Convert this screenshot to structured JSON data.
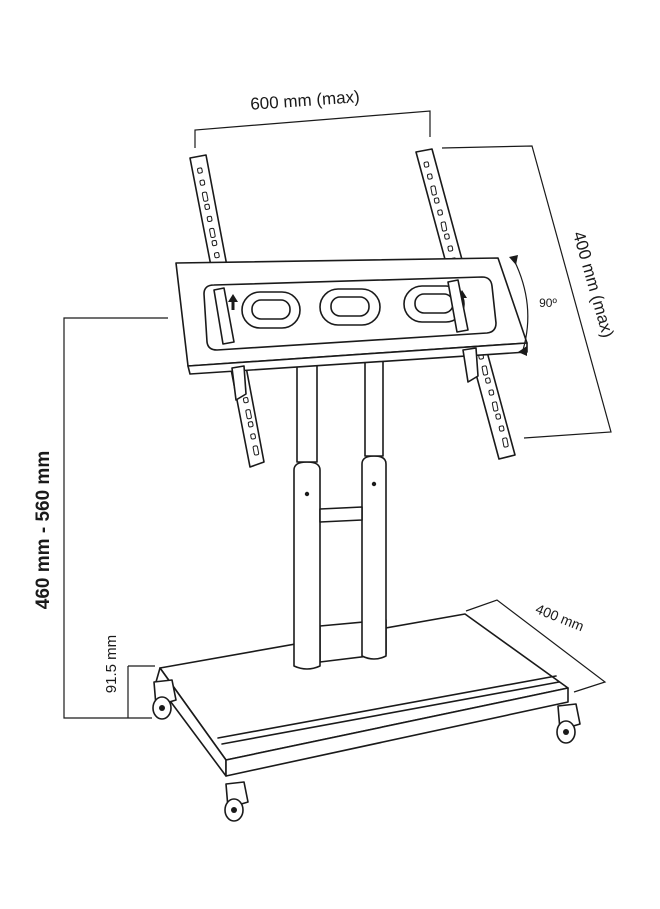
{
  "dimensions": {
    "width_max": "600 mm (max)",
    "height_max": "400 mm (max)",
    "tilt": "90º",
    "height_range": "460 mm - 560 mm",
    "ground_clearance": "91.5 mm",
    "base_depth": "400 mm"
  },
  "icons": {
    "rotation": "curved-arrow-icon",
    "caster": "caster-wheel-icon"
  }
}
